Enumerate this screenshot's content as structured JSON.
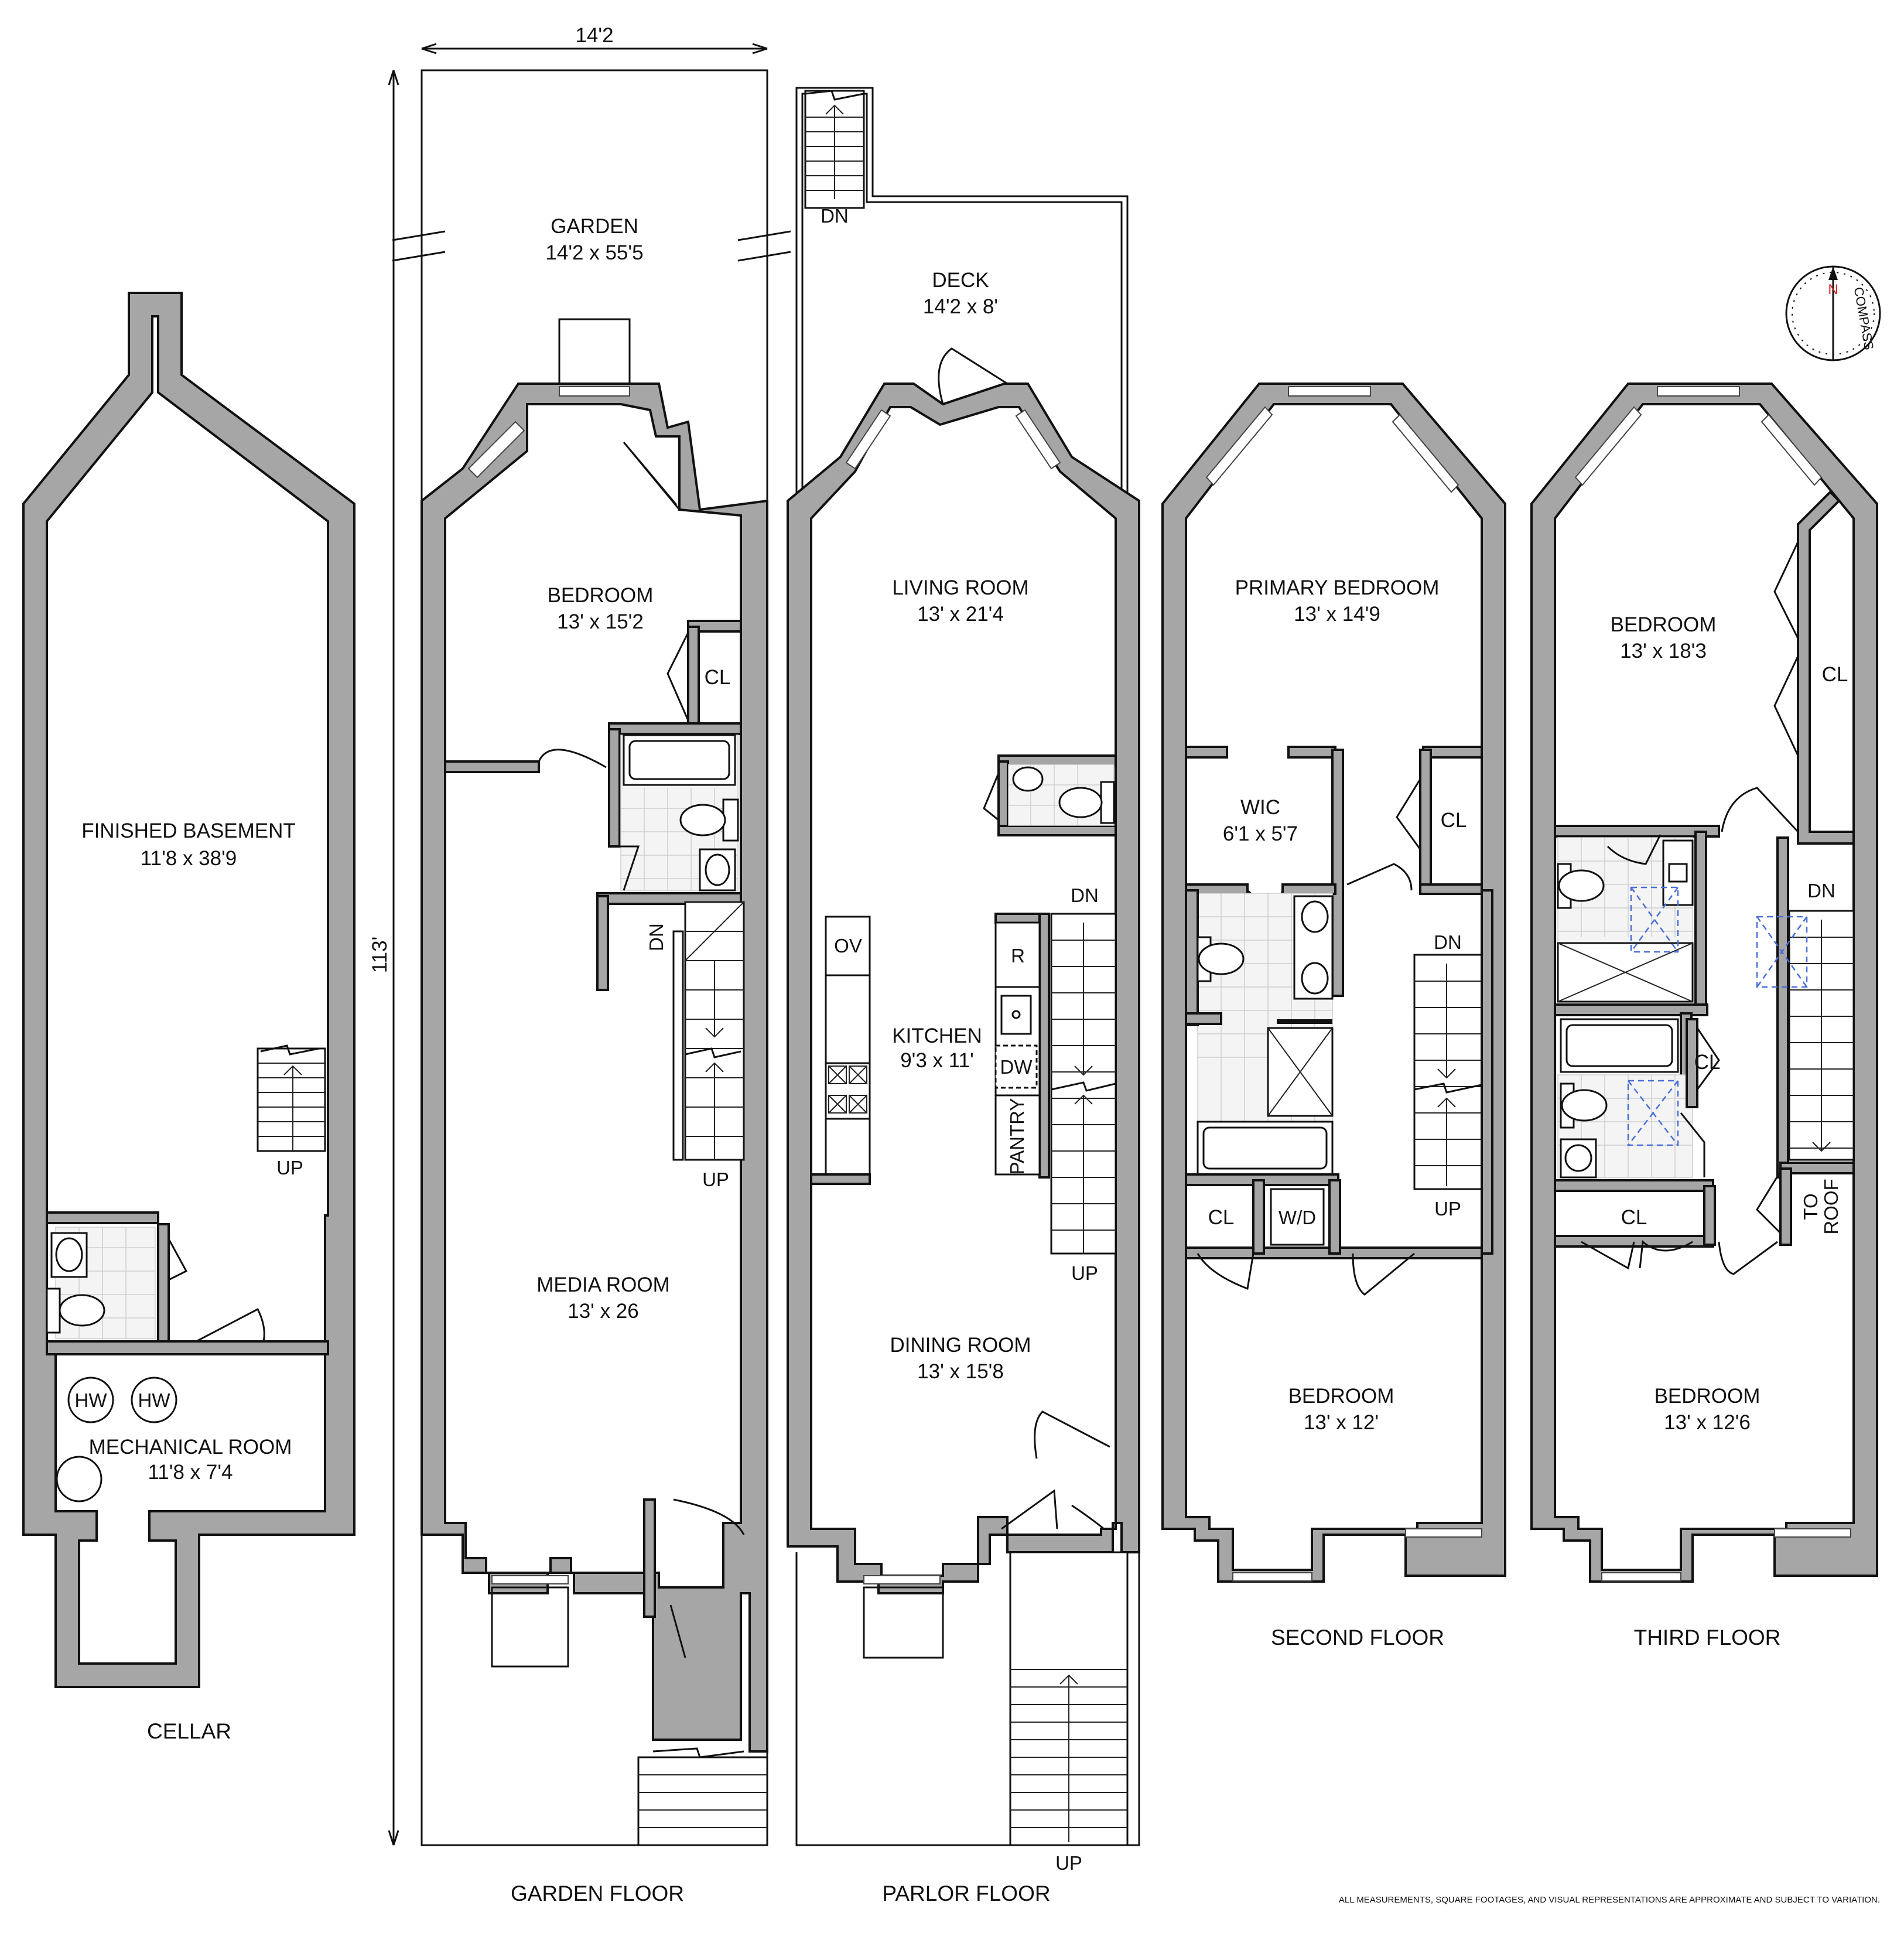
{
  "floors": {
    "cellar": "CELLAR",
    "garden": "GARDEN FLOOR",
    "parlor": "PARLOR FLOOR",
    "second": "SECOND FLOOR",
    "third": "THIRD FLOOR"
  },
  "rooms": {
    "finished_basement": {
      "name": "FINISHED BASEMENT",
      "dim": "11'8 x 38'9"
    },
    "mechanical_room": {
      "name": "MECHANICAL ROOM",
      "dim": "11'8 x 7'4"
    },
    "garden": {
      "name": "GARDEN",
      "dim": "14'2 x 55'5"
    },
    "garden_bedroom": {
      "name": "BEDROOM",
      "dim": "13' x 15'2"
    },
    "media_room": {
      "name": "MEDIA ROOM",
      "dim": "13' x 26"
    },
    "deck": {
      "name": "DECK",
      "dim": "14'2 x 8'"
    },
    "living_room": {
      "name": "LIVING ROOM",
      "dim": "13' x 21'4"
    },
    "kitchen": {
      "name": "KITCHEN",
      "dim": "9'3 x 11'"
    },
    "dining_room": {
      "name": "DINING ROOM",
      "dim": "13' x 15'8"
    },
    "primary_bedroom": {
      "name": "PRIMARY BEDROOM",
      "dim": "13' x 14'9"
    },
    "wic": {
      "name": "WIC",
      "dim": "6'1 x 5'7"
    },
    "second_bedroom": {
      "name": "BEDROOM",
      "dim": "13' x 12'"
    },
    "third_bedroom_rear": {
      "name": "BEDROOM",
      "dim": "13' x 18'3"
    },
    "third_bedroom_front": {
      "name": "BEDROOM",
      "dim": "13' x 12'6"
    }
  },
  "labels": {
    "hw": "HW",
    "cl": "CL",
    "up": "UP",
    "dn": "DN",
    "ov": "OV",
    "r": "R",
    "dw": "DW",
    "pantry": "PANTRY",
    "wd": "W/D",
    "to": "TO",
    "roof": "ROOF"
  },
  "dimensions": {
    "width": "14'2",
    "length": "113'"
  },
  "compass": {
    "n": "N",
    "word": "COMPASS"
  },
  "disclaimer": "ALL MEASUREMENTS, SQUARE FOOTAGES, AND VISUAL REPRESENTATIONS ARE APPROXIMATE AND SUBJECT TO VARIATION.",
  "colors": {
    "wall": "#a6a6a6",
    "line": "#111111",
    "accent_north": "#d62020",
    "skylight": "#4a6fd8"
  }
}
